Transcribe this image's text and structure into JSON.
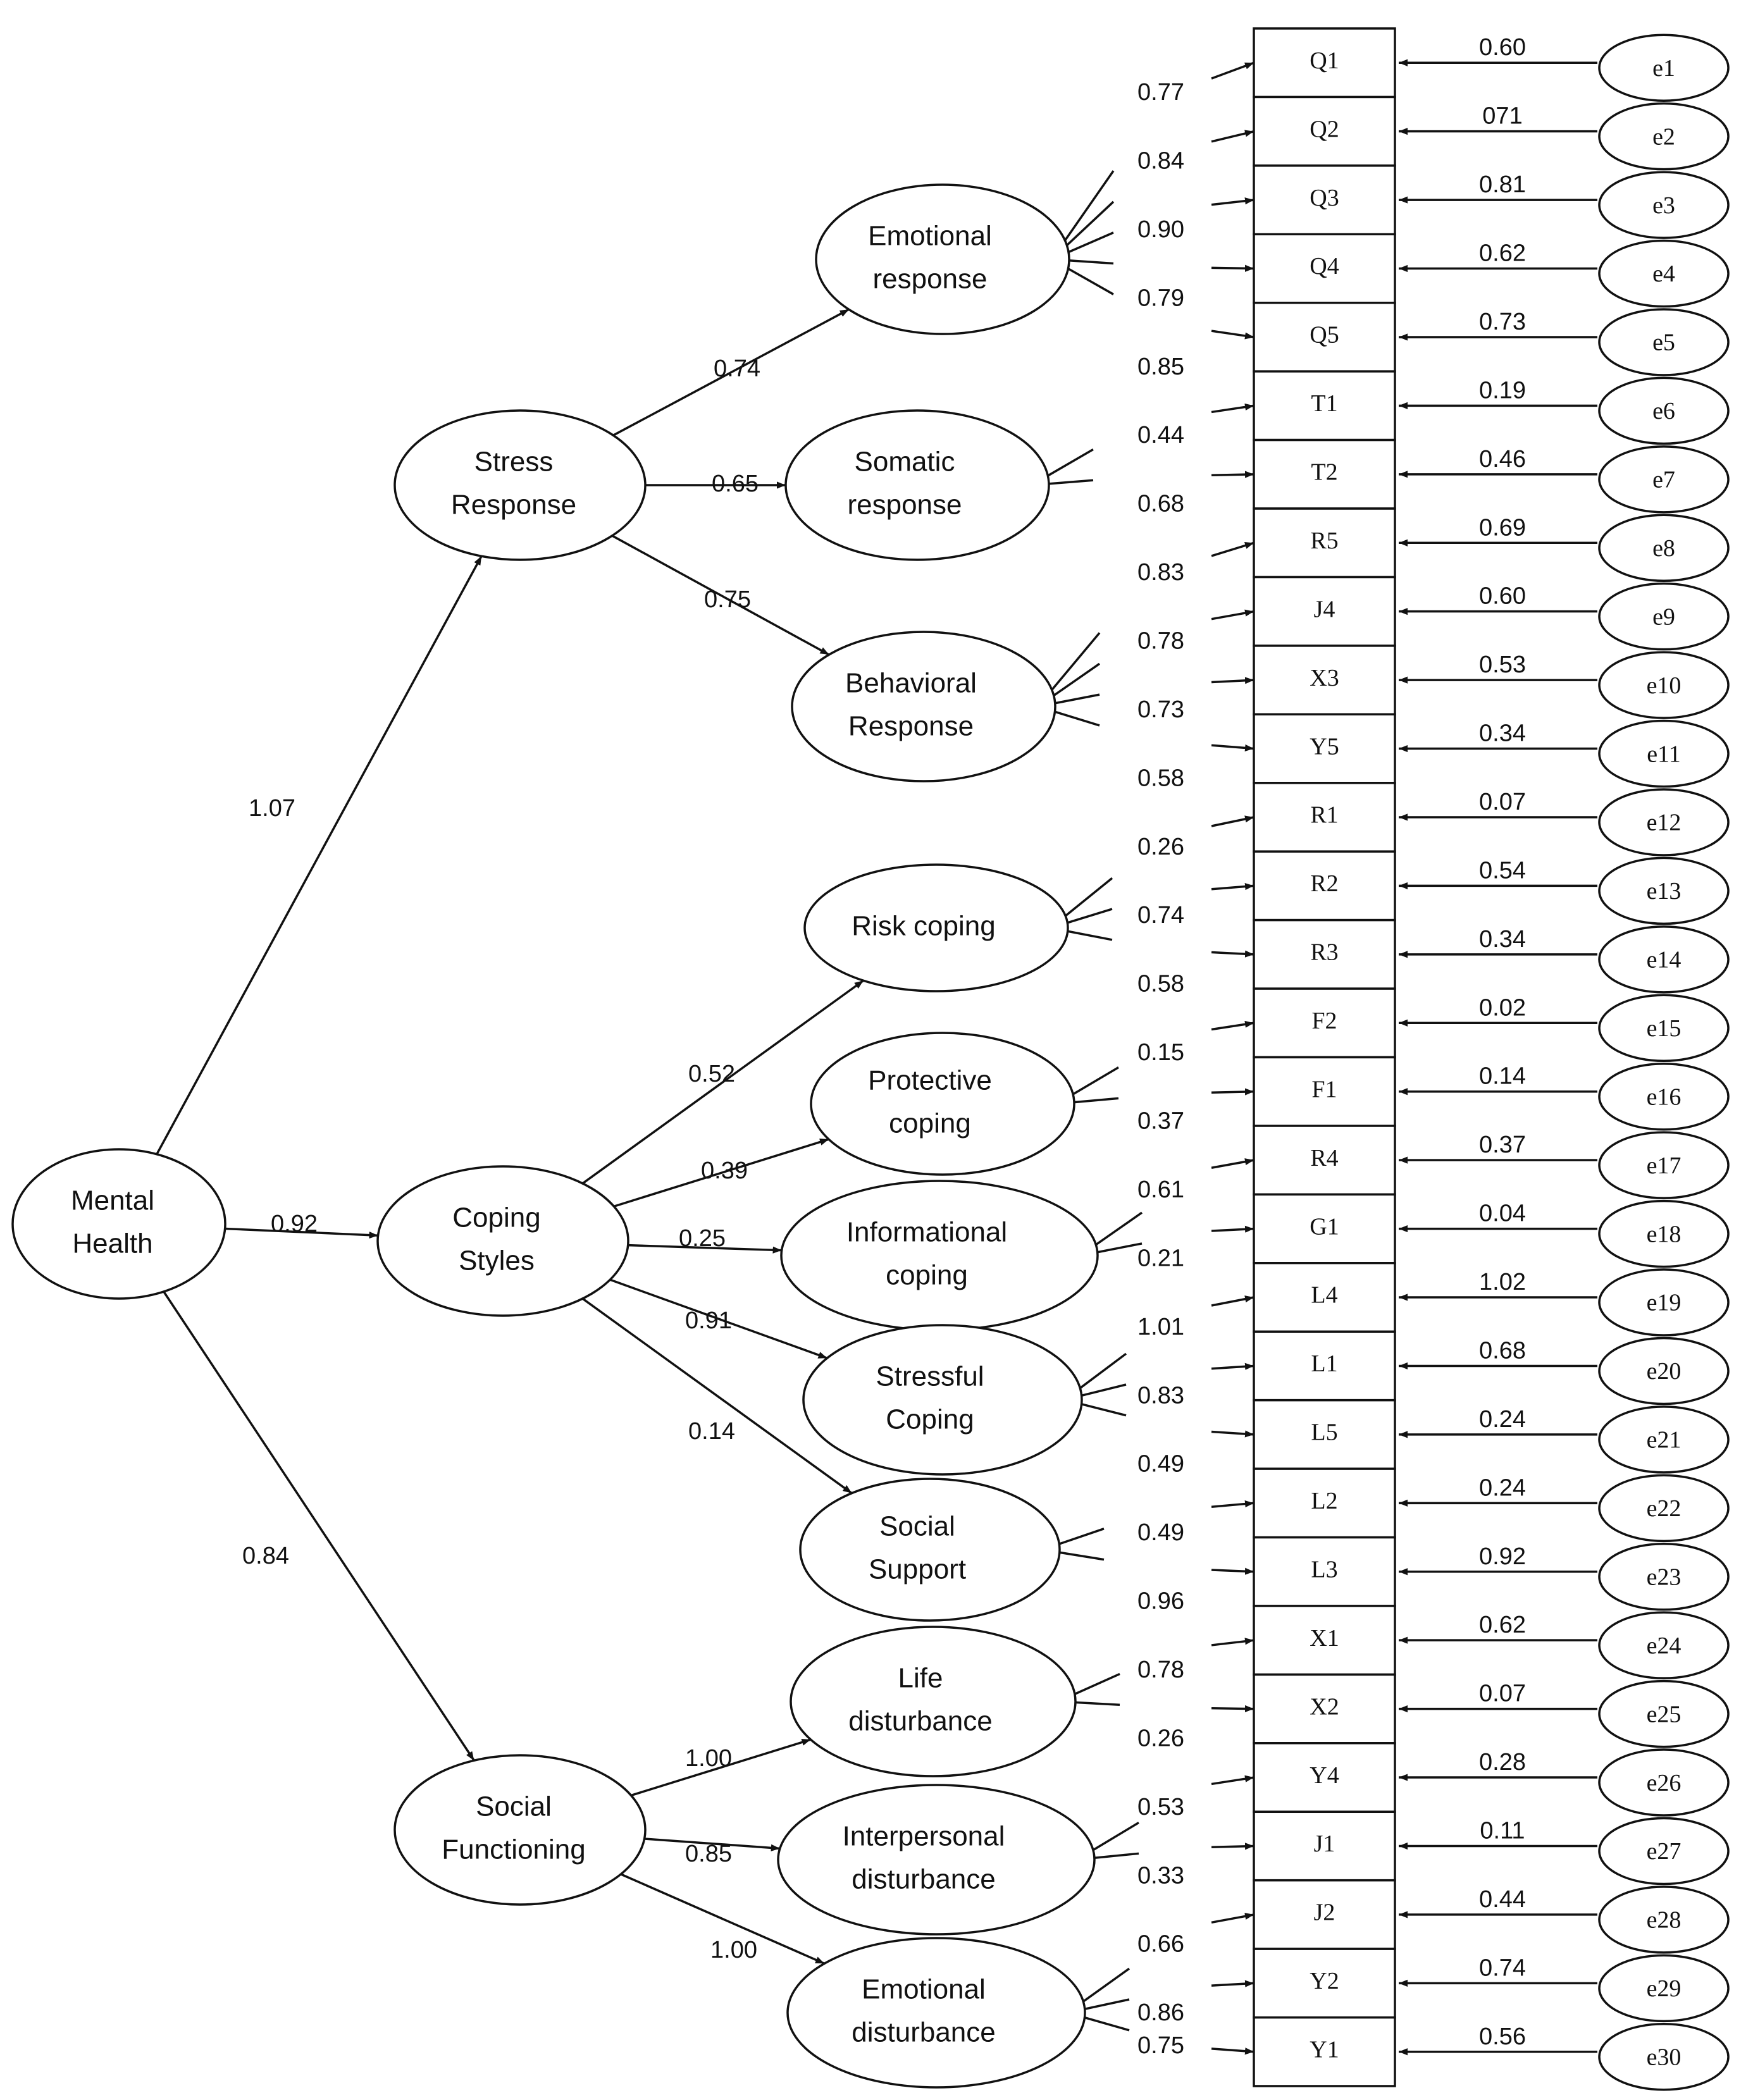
{
  "higher": {
    "label_lines": [
      "Mental",
      "Health"
    ]
  },
  "second_order": [
    {
      "id": "SR",
      "label_lines": [
        "Stress",
        "Response"
      ],
      "path": "1.07"
    },
    {
      "id": "CS",
      "label_lines": [
        "Coping",
        "Styles"
      ],
      "path": "0.92"
    },
    {
      "id": "SF",
      "label_lines": [
        "Social",
        "Functioning"
      ],
      "path": "0.84"
    }
  ],
  "first_order": [
    {
      "id": "ER",
      "parent": "SR",
      "label_lines": [
        "Emotional",
        "response"
      ],
      "path": "0.74",
      "indicators": [
        "Q1",
        "Q2",
        "Q3",
        "Q4",
        "Q5"
      ]
    },
    {
      "id": "SoR",
      "parent": "SR",
      "label_lines": [
        "Somatic",
        "response"
      ],
      "path": "0.65",
      "indicators": [
        "T1",
        "T2"
      ]
    },
    {
      "id": "BR",
      "parent": "SR",
      "label_lines": [
        "Behavioral",
        "Response"
      ],
      "path": "0.75",
      "indicators": [
        "R5",
        "J4",
        "X3",
        "Y5"
      ]
    },
    {
      "id": "RC",
      "parent": "CS",
      "label_lines": [
        "Risk coping"
      ],
      "path": "0.52",
      "indicators": [
        "R1",
        "R2",
        "R3"
      ]
    },
    {
      "id": "PC",
      "parent": "CS",
      "label_lines": [
        "Protective",
        "coping"
      ],
      "path": "0.39",
      "indicators": [
        "F2",
        "F1"
      ]
    },
    {
      "id": "IC",
      "parent": "CS",
      "label_lines": [
        "Informational",
        "coping"
      ],
      "path": "0.25",
      "indicators": [
        "R4",
        "G1"
      ]
    },
    {
      "id": "StC",
      "parent": "CS",
      "label_lines": [
        "Stressful",
        "Coping"
      ],
      "path": "0.91",
      "indicators": [
        "L4",
        "L1",
        "L5"
      ]
    },
    {
      "id": "SS",
      "parent": "CS",
      "label_lines": [
        "Social",
        "Support"
      ],
      "path": "0.14",
      "indicators": [
        "L2",
        "L3"
      ]
    },
    {
      "id": "LD",
      "parent": "SF",
      "label_lines": [
        "Life",
        "disturbance"
      ],
      "path": "1.00",
      "indicators": [
        "X1",
        "X2"
      ]
    },
    {
      "id": "ID",
      "parent": "SF",
      "label_lines": [
        "Interpersonal",
        "disturbance"
      ],
      "path": "0.85",
      "indicators": [
        "Y4",
        "J1"
      ]
    },
    {
      "id": "ED",
      "parent": "SF",
      "label_lines": [
        "Emotional",
        "disturbance"
      ],
      "path": "1.00",
      "indicators": [
        "J2",
        "Y2",
        "Y1"
      ]
    }
  ],
  "items": [
    {
      "label": "Q1",
      "loading": "",
      "error": "e1",
      "error_value": "0.60"
    },
    {
      "label": "Q2",
      "loading": "0.77",
      "error": "e2",
      "error_value": "071"
    },
    {
      "label": "Q3",
      "loading": "0.84",
      "error": "e3",
      "error_value": "0.81"
    },
    {
      "label": "Q4",
      "loading": "0.90",
      "error": "e4",
      "error_value": "0.62"
    },
    {
      "label": "Q5",
      "loading": "0.79",
      "error": "e5",
      "error_value": "0.73"
    },
    {
      "label": "T1",
      "loading": "0.85",
      "error": "e6",
      "error_value": "0.19"
    },
    {
      "label": "T2",
      "loading": "0.44",
      "error": "e7",
      "error_value": "0.46"
    },
    {
      "label": "R5",
      "loading": "0.68",
      "error": "e8",
      "error_value": "0.69"
    },
    {
      "label": "J4",
      "loading": "0.83",
      "error": "e9",
      "error_value": "0.60"
    },
    {
      "label": "X3",
      "loading": "0.78",
      "error": "e10",
      "error_value": "0.53"
    },
    {
      "label": "Y5",
      "loading": "0.73",
      "error": "e11",
      "error_value": "0.34"
    },
    {
      "label": "R1",
      "loading": "0.58",
      "error": "e12",
      "error_value": "0.07"
    },
    {
      "label": "R2",
      "loading": "0.26",
      "error": "e13",
      "error_value": "0.54"
    },
    {
      "label": "R3",
      "loading": "0.74",
      "error": "e14",
      "error_value": "0.34"
    },
    {
      "label": "F2",
      "loading": "0.58",
      "error": "e15",
      "error_value": "0.02"
    },
    {
      "label": "F1",
      "loading": "0.15",
      "error": "e16",
      "error_value": "0.14"
    },
    {
      "label": "R4",
      "loading": "0.37",
      "error": "e17",
      "error_value": "0.37"
    },
    {
      "label": "G1",
      "loading": "0.61",
      "error": "e18",
      "error_value": "0.04"
    },
    {
      "label": "L4",
      "loading": "0.21",
      "error": "e19",
      "error_value": "1.02"
    },
    {
      "label": "L1",
      "loading": "1.01",
      "error": "e20",
      "error_value": "0.68"
    },
    {
      "label": "L5",
      "loading": "0.83",
      "error": "e21",
      "error_value": "0.24"
    },
    {
      "label": "L2",
      "loading": "0.49",
      "error": "e22",
      "error_value": "0.24"
    },
    {
      "label": "L3",
      "loading": "0.49",
      "error": "e23",
      "error_value": "0.92"
    },
    {
      "label": "X1",
      "loading": "0.96",
      "error": "e24",
      "error_value": "0.62"
    },
    {
      "label": "X2",
      "loading": "0.78",
      "error": "e25",
      "error_value": "0.07"
    },
    {
      "label": "Y4",
      "loading": "0.26",
      "error": "e26",
      "error_value": "0.28"
    },
    {
      "label": "J1",
      "loading": "0.53",
      "error": "e27",
      "error_value": "0.11"
    },
    {
      "label": "J2",
      "loading": "0.33",
      "error": "e28",
      "error_value": "0.44"
    },
    {
      "label": "Y2",
      "loading": "0.66",
      "error": "e29",
      "error_value": "0.74"
    },
    {
      "label": "Y1",
      "loading": "0.86",
      "error": "e30",
      "error_value": "0.56"
    }
  ],
  "extra_loading": "0.75"
}
